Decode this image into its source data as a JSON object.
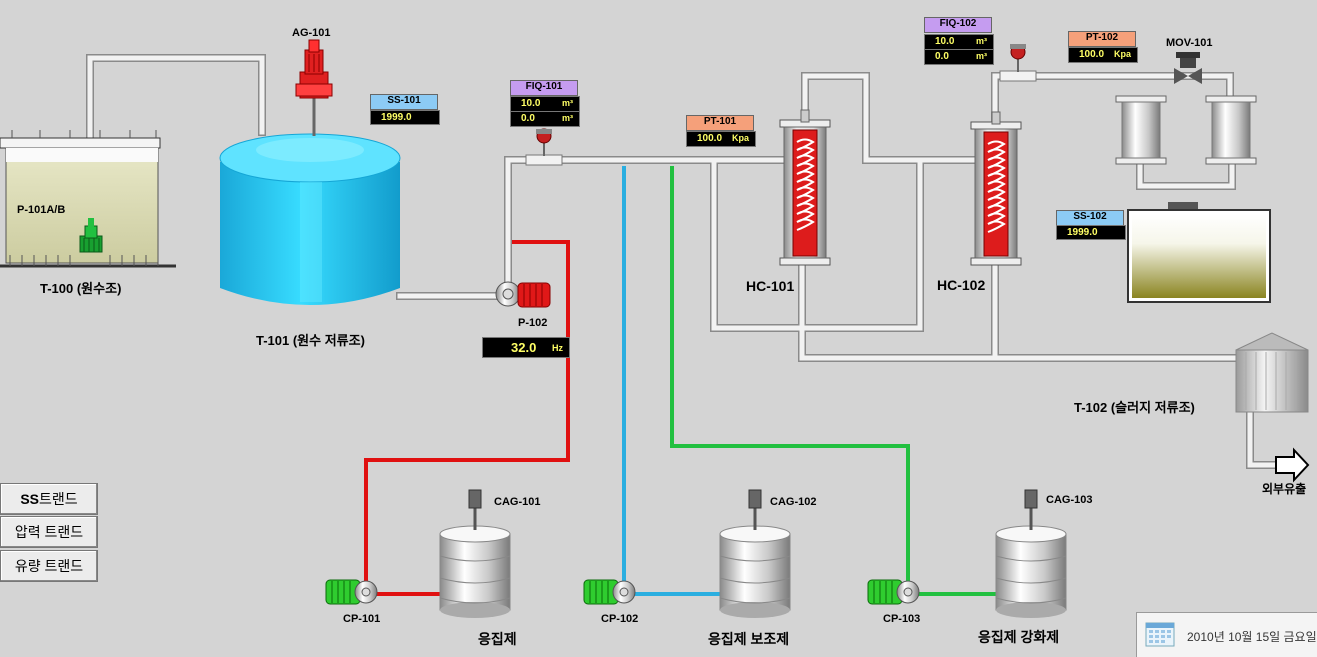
{
  "tanks": {
    "t100": "T-100 (원수조)",
    "t101": "T-101 (원수 저류조)",
    "t102": "T-102 (슬러지 저류조)"
  },
  "equipment": {
    "ag101": "AG-101",
    "p101ab": "P-101A/B",
    "p102": "P-102",
    "hc101": "HC-101",
    "hc102": "HC-102",
    "mov101": "MOV-101",
    "cag101": "CAG-101",
    "cag102": "CAG-102",
    "cag103": "CAG-103",
    "cp101": "CP-101",
    "cp102": "CP-102",
    "cp103": "CP-103"
  },
  "instruments": {
    "ss101": {
      "tag": "SS-101",
      "value": "1999.0"
    },
    "ss102": {
      "tag": "SS-102",
      "value": "1999.0"
    },
    "fiq101": {
      "tag": "FIQ-101",
      "rate": "10.0",
      "rate_unit": "m³",
      "total": "0.0",
      "total_unit": "m³"
    },
    "fiq102": {
      "tag": "FIQ-102",
      "rate": "10.0",
      "rate_unit": "m³",
      "total": "0.0",
      "total_unit": "m³"
    },
    "pt101": {
      "tag": "PT-101",
      "value": "100.0",
      "unit": "Kpa"
    },
    "pt102": {
      "tag": "PT-102",
      "value": "100.0",
      "unit": "Kpa"
    },
    "p102_speed": {
      "value": "32.0",
      "unit": "Hz"
    }
  },
  "chemicals": {
    "c1": "응집제",
    "c2": "응집제 보조제",
    "c3": "응집제 강화제"
  },
  "outlet": "외부유출",
  "buttons": {
    "ss_prefix": "SS",
    "ss_suffix": " 트랜드",
    "pressure": "압력 트랜드",
    "flow": "유량 트랜드"
  },
  "taskbar": {
    "datetime": "2010년 10월 15일 금요일"
  },
  "colors": {
    "tag_blue": "#8ccbf5",
    "tag_purple": "#c59cf0",
    "tag_orange": "#f5a07a",
    "line_red": "#e01010",
    "line_blue": "#2aaee0",
    "line_green": "#22c040",
    "tank_blue": "#22c4ee"
  }
}
